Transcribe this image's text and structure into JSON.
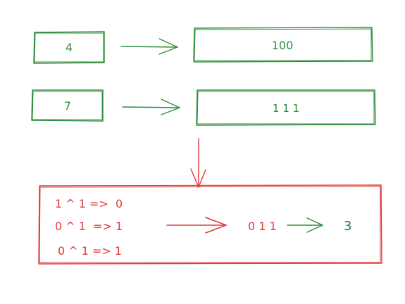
{
  "inputs": {
    "a_decimal": "4",
    "a_binary": "100",
    "b_decimal": "7",
    "b_binary": "1 1 1"
  },
  "xor_steps": [
    "1 ^ 1 =>  0",
    "0 ^ 1  => 1",
    "0 ^ 1 => 1"
  ],
  "result": {
    "binary": "0 1 1",
    "decimal": "3"
  },
  "colors": {
    "green": "#2f8f3a",
    "red": "#e23a3a",
    "teal": "#1f7a5a"
  }
}
